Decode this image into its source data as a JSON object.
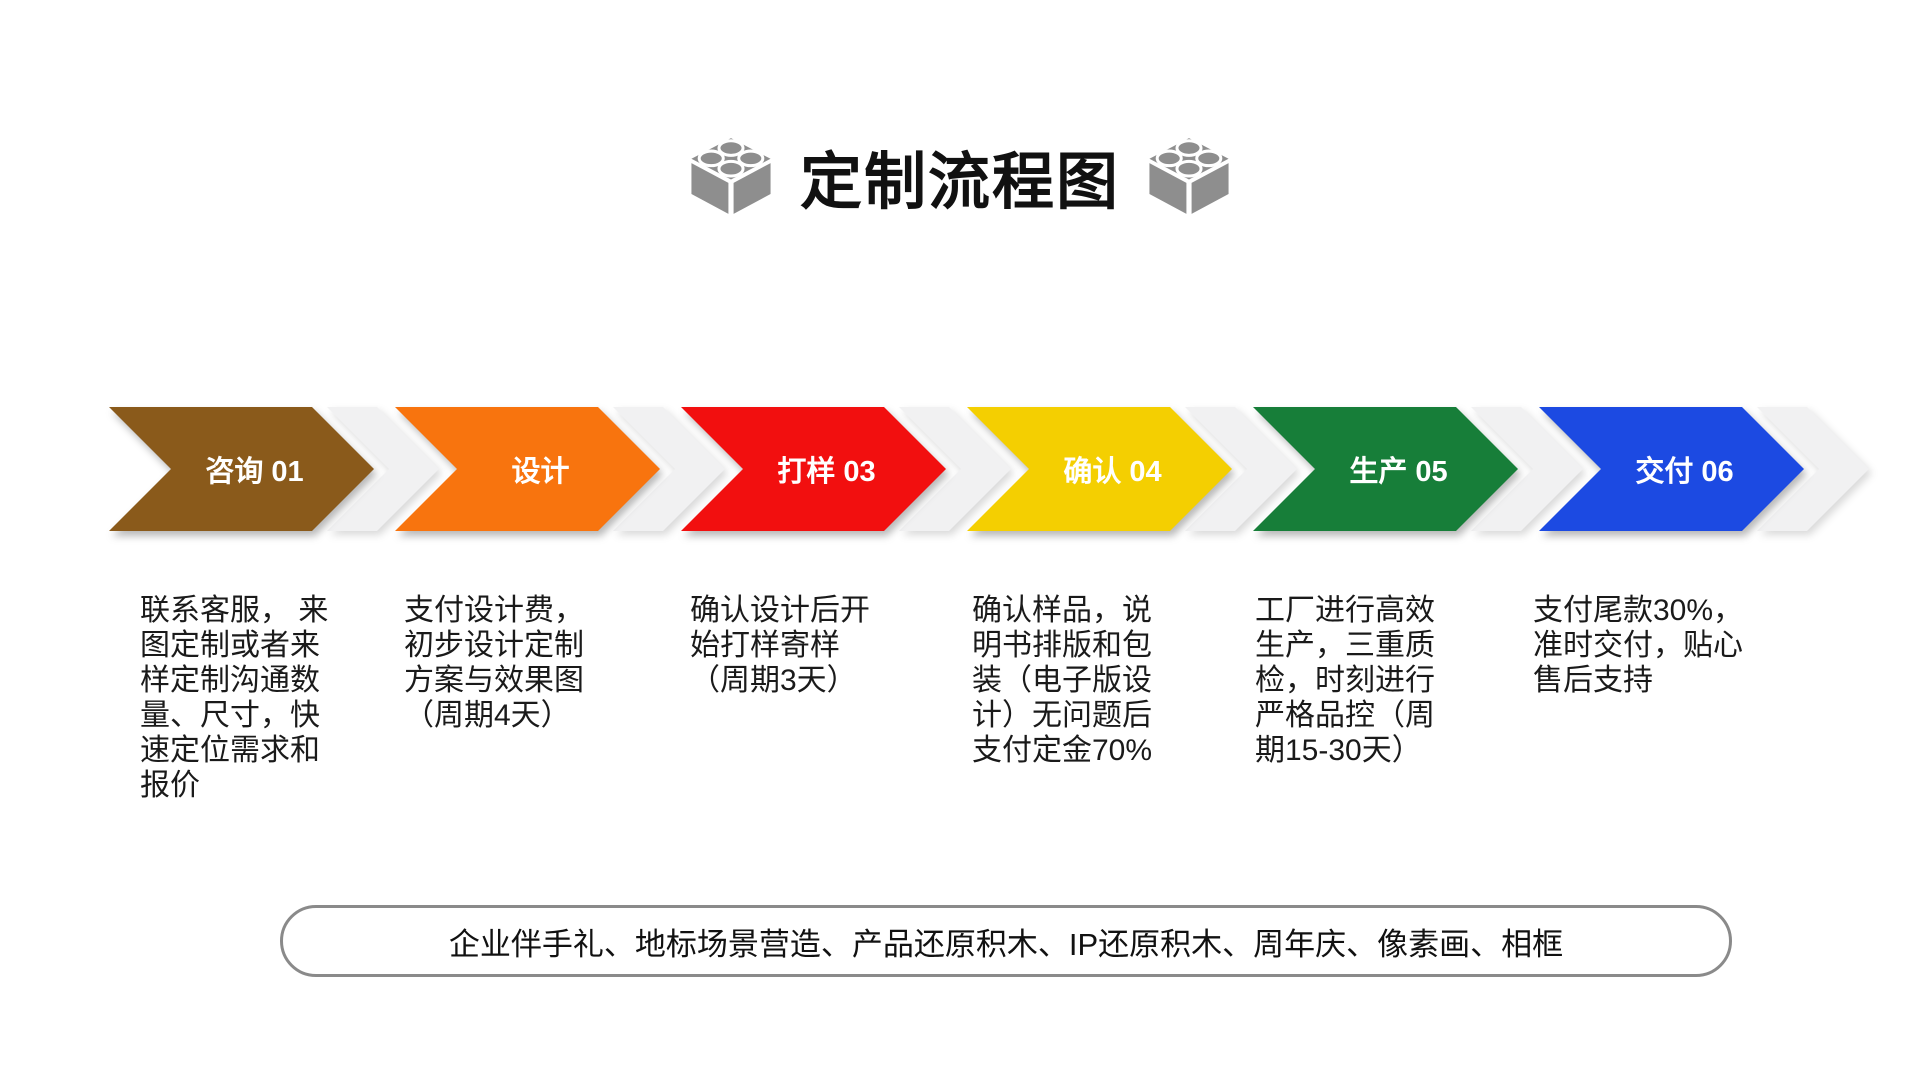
{
  "title": {
    "text": "定制流程图"
  },
  "icons": {
    "left": "lego-brick-icon",
    "right": "lego-brick-icon",
    "brick_color": "#8e8e8e"
  },
  "steps": [
    {
      "label": "咨询 01",
      "color": "#8a5a1b",
      "desc": "联系客服， 来\n图定制或者来\n样定制沟通数\n量、尺寸，快\n速定位需求和\n报价"
    },
    {
      "label": "设计",
      "color": "#f8740e",
      "desc": "支付设计费，\n初步设计定制\n方案与效果图\n（周期4天）"
    },
    {
      "label": "打样 03",
      "color": "#f20f0f",
      "desc": "确认设计后开\n始打样寄样\n（周期3天）"
    },
    {
      "label": "确认 04",
      "color": "#f4cf01",
      "desc": "确认样品，说\n明书排版和包\n装（电子版设\n计）无问题后\n支付定金70%"
    },
    {
      "label": "生产 05",
      "color": "#177e39",
      "desc": "工厂进行高效\n生产，三重质\n检，时刻进行\n严格品控（周\n期15-30天）"
    },
    {
      "label": "交付 06",
      "color": "#1c4ae2",
      "desc": "支付尾款30%，\n准时交付，贴心\n售后支持"
    }
  ],
  "footer": {
    "text": "企业伴手礼、地标场景营造、产品还原积木、IP还原积木、周年庆、像素画、相框"
  },
  "colors": {
    "shadow_chevron": "#f1f1f2",
    "pill_border": "#8a8a8a"
  }
}
